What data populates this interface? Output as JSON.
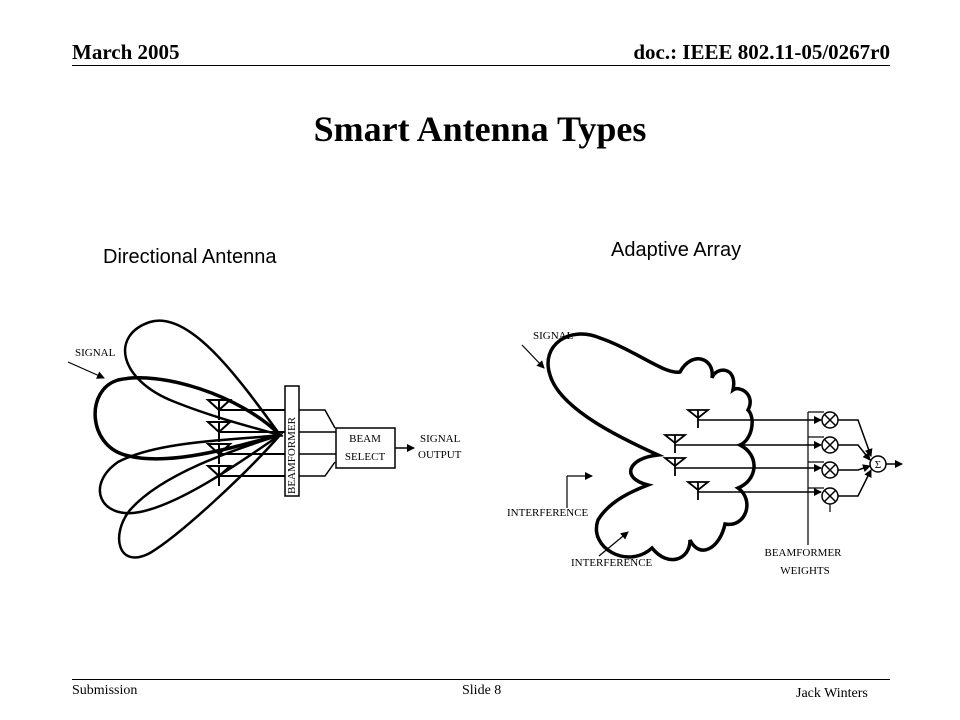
{
  "header": {
    "date": "March 2005",
    "doc": "doc.: IEEE 802.11-05/0267r0"
  },
  "title": "Smart Antenna Types",
  "directional": {
    "heading": "Directional Antenna",
    "signal_label": "SIGNAL",
    "beamformer_label": "BEAMFORMER",
    "beam_select_line1": "BEAM",
    "beam_select_line2": "SELECT",
    "output_line1": "SIGNAL",
    "output_line2": "OUTPUT"
  },
  "adaptive": {
    "heading": "Adaptive Array",
    "signal_label": "SIGNAL",
    "interference_label_1": "INTERFERENCE",
    "interference_label_2": "INTERFERENCE",
    "weights_line1": "BEAMFORMER",
    "weights_line2": "WEIGHTS",
    "sum_symbol": "Σ"
  },
  "footer": {
    "submission": "Submission",
    "slide": "Slide 8",
    "author": "Jack Winters"
  }
}
